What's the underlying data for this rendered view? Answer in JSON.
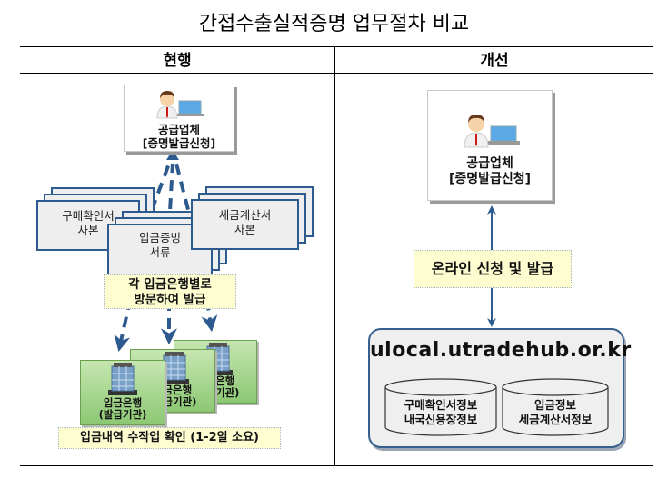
{
  "title": "간접수출실적증명 업무절차 비교",
  "columns": {
    "current": "현행",
    "improved": "개선"
  },
  "current": {
    "supplier": {
      "line1": "공급업체",
      "line2": "[증명발급신청]"
    },
    "documents": [
      {
        "line1": "구매확인서",
        "line2": "사본"
      },
      {
        "line1": "입금증빙",
        "line2": "서류"
      },
      {
        "line1": "세금계산서",
        "line2": "사본"
      }
    ],
    "visit_note": {
      "line1": "각 입금은행별로",
      "line2": "방문하여 발급"
    },
    "banks": [
      {
        "line1": "입금은행",
        "line2": "(발급기관)"
      },
      {
        "line1": "입금은행",
        "line2": "(발급기관)"
      },
      {
        "line1": "입금은행",
        "line2": "(발급기관)"
      }
    ],
    "footer_note": "입금내역 수작업 확인 (1-2일 소요)"
  },
  "improved": {
    "supplier": {
      "line1": "공급업체",
      "line2": "[증명발급신청]"
    },
    "online_note": "온라인 신청 및 발급",
    "portal": {
      "url": "ulocal.utradehub.or.kr",
      "databases": [
        {
          "line1": "구매확인서정보",
          "line2": "내국신용장정보"
        },
        {
          "line1": "입금정보",
          "line2": "세금계산서정보"
        }
      ]
    }
  },
  "colors": {
    "arrow": "#2e5b8f",
    "note_bg": "#fdfdd0",
    "bank_green": "#8cc874",
    "portal_border": "#345f90"
  }
}
